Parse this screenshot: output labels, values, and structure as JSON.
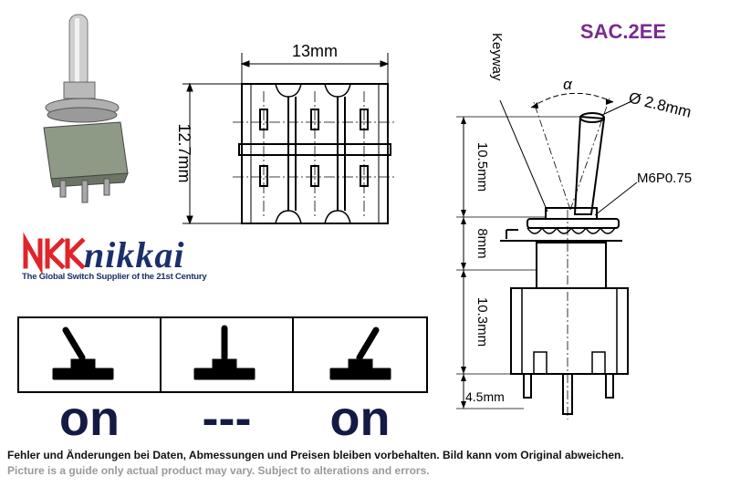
{
  "product_code": "SAC.2EE",
  "brand": {
    "name": "nikkai",
    "tagline": "The Global Switch Supplier of the 21st Century"
  },
  "front_view": {
    "width_label": "13mm",
    "height_label": "12.7mm"
  },
  "side_view": {
    "keyway_label": "Keyway",
    "angle_label": "α",
    "diameter_label": "Ø 2.8mm",
    "thread_label": "M6P0.75",
    "dims": [
      "10.5mm",
      "8mm",
      "10.3mm",
      "4.5mm"
    ]
  },
  "positions": [
    {
      "state": "on"
    },
    {
      "state": "---"
    },
    {
      "state": "on"
    }
  ],
  "footer": {
    "german": "Fehler und Änderungen bei Daten, Abmessungen und Preisen bleiben vorbehalten. Bild kann vom Original abweichen.",
    "english": "Picture is a guide only actual product may vary. Subject to alterations and errors."
  },
  "colors": {
    "product_code": "#7b2b8f",
    "brand_red": "#e0242a",
    "brand_blue": "#1b2f6b"
  }
}
